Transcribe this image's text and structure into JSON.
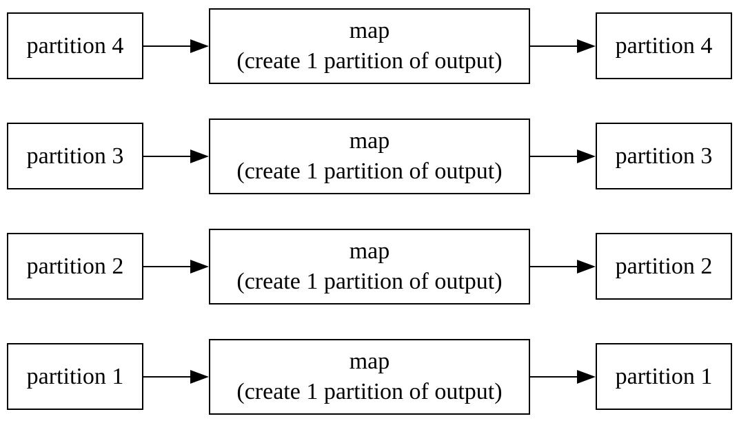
{
  "rows": [
    {
      "input": "partition 4",
      "map_title": "map",
      "map_subtitle": "(create 1 partition of output)",
      "output": "partition 4"
    },
    {
      "input": "partition 3",
      "map_title": "map",
      "map_subtitle": "(create 1 partition of output)",
      "output": "partition 3"
    },
    {
      "input": "partition 2",
      "map_title": "map",
      "map_subtitle": "(create 1 partition of output)",
      "output": "partition 2"
    },
    {
      "input": "partition 1",
      "map_title": "map",
      "map_subtitle": "(create 1 partition of output)",
      "output": "partition 1"
    }
  ],
  "colors": {
    "stroke": "#000000",
    "fill": "#ffffff"
  }
}
